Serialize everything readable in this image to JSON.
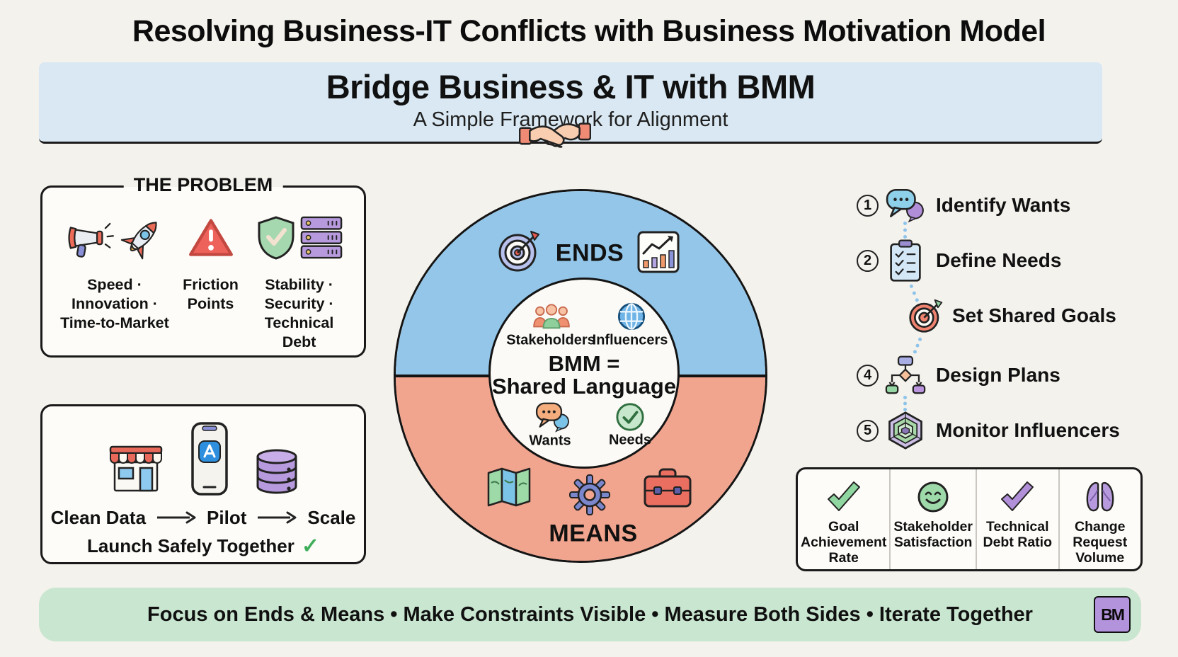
{
  "page": {
    "title": "Resolving Business-IT Conflicts with Business Motivation Model",
    "background": "#f4f2ed"
  },
  "hero": {
    "title": "Bridge Business & IT with BMM",
    "subtitle": "A Simple Framework for Alignment",
    "background": "#d9e8f2",
    "handshake_icon": "handshake-icon"
  },
  "problem_box": {
    "title": "THE PROBLEM",
    "items": [
      {
        "icons": "megaphone-icon rocket-icon",
        "label": "Speed · Innovation · Time-to-Market"
      },
      {
        "icons": "warning-triangle-icon",
        "label": "Friction Points"
      },
      {
        "icons": "shield-check-icon server-stack-icon",
        "label": "Stability · Security · Technical Debt"
      }
    ]
  },
  "solution_box": {
    "flow": [
      {
        "icon": "storefront-icon",
        "label": "Clean Data"
      },
      {
        "icon": "phone-appstore-icon",
        "label": "Pilot"
      },
      {
        "icon": "database-icon",
        "label": "Scale"
      }
    ],
    "footer_label": "Launch Safely Together",
    "footer_check": "✓"
  },
  "bmm_circle": {
    "ends_label": "ENDS",
    "means_label": "MEANS",
    "ends_color": "#93c6e9",
    "means_color": "#f1a48e",
    "ends_icons": "target-icon growth-chart-icon",
    "means_icons": "map-icon gear-icon toolbox-icon",
    "center": {
      "top_items": [
        {
          "icon": "people-group-icon",
          "label": "Stakeholders"
        },
        {
          "icon": "globe-icon",
          "label": "Influencers"
        }
      ],
      "heading_line1": "BMM =",
      "heading_line2": "Shared Language",
      "bottom_items": [
        {
          "icon": "chat-bubbles-icon",
          "label": "Wants"
        },
        {
          "icon": "check-circle-icon",
          "label": "Needs"
        }
      ]
    }
  },
  "process_steps": [
    {
      "number": "1",
      "icon": "chat-bubbles-icon",
      "label": "Identify Wants"
    },
    {
      "number": "2",
      "icon": "clipboard-checklist-icon",
      "label": "Define Needs"
    },
    {
      "number": "",
      "icon": "target-arrow-icon",
      "label": "Set Shared Goals"
    },
    {
      "number": "4",
      "icon": "flowchart-icon",
      "label": "Design Plans"
    },
    {
      "number": "5",
      "icon": "radar-hexagon-icon",
      "label": "Monitor Influencers"
    }
  ],
  "metrics_box": {
    "items": [
      {
        "icon": "checkmark-green-icon",
        "label": "Goal Achievement Rate"
      },
      {
        "icon": "smiley-icon",
        "label": "Stakeholder Satisfaction"
      },
      {
        "icon": "checkmark-purple-icon",
        "label": "Technical Debt Ratio"
      },
      {
        "icon": "change-volume-icon",
        "label": "Change Request Volume"
      }
    ]
  },
  "footer": {
    "text": "Focus on Ends & Means • Make Constraints Visible • Measure Both Sides • Iterate Together",
    "logo_text": "BM",
    "background": "#c9e6d0"
  }
}
